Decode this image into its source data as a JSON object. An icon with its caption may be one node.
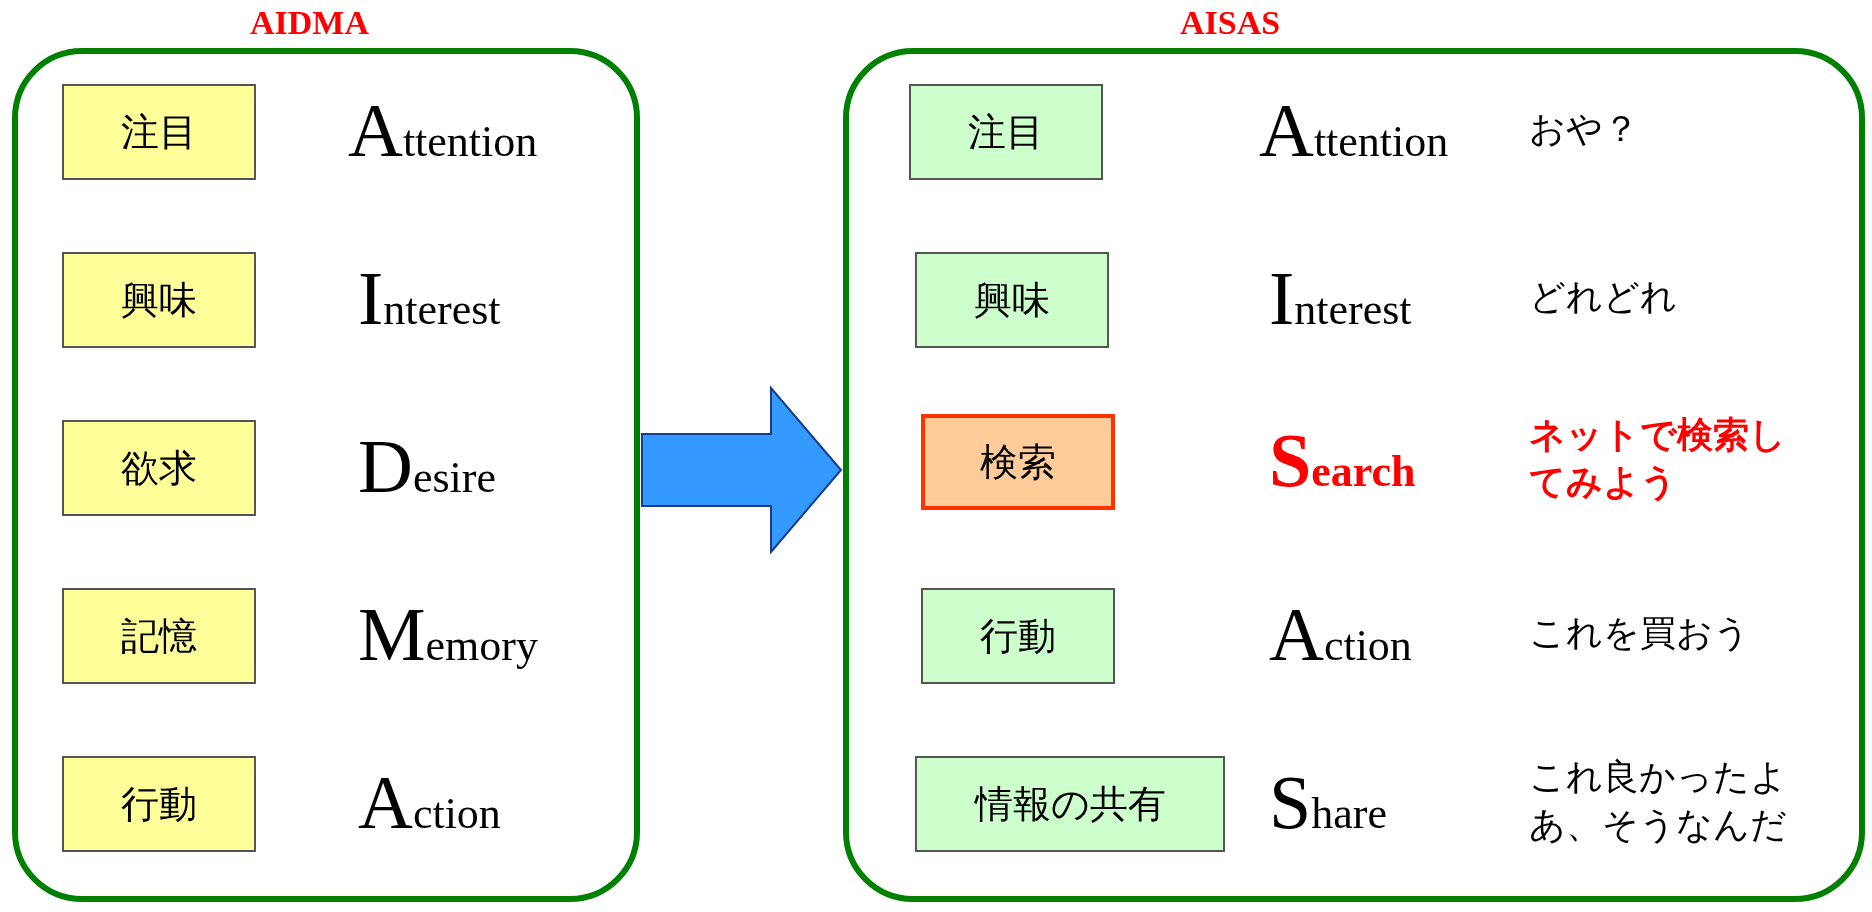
{
  "diagram": {
    "nodes": [
      {
        "text": [],
        "shape": "box"
      },
      {
        "text": [
          "注目"
        ],
        "in": 0,
        "beside": [
          "Attention"
        ]
      },
      {
        "text": [
          "興味"
        ],
        "in": 0,
        "beside": [
          "Interest"
        ]
      },
      {
        "text": [
          "欲求"
        ],
        "in": 0,
        "beside": [
          "Desire"
        ]
      },
      {
        "text": [
          "記憶"
        ],
        "in": 0,
        "beside": [
          "Memory"
        ]
      },
      {
        "text": [
          "行動"
        ],
        "in": 0,
        "beside": [
          "Action"
        ]
      },
      {
        "text": [],
        "shape": "box"
      },
      {
        "text": [
          "注目"
        ],
        "in": 6,
        "beside": [
          "Attention",
          "おや？"
        ]
      },
      {
        "text": [
          "興味"
        ],
        "in": 6,
        "beside": [
          "Interest",
          "どれどれ"
        ]
      },
      {
        "text": [
          "検索"
        ],
        "in": 6,
        "beside": [
          "Search",
          "ネットで検索してみよう"
        ]
      },
      {
        "text": [
          "行動"
        ],
        "in": 6,
        "beside": [
          "Action",
          "これを買おう"
        ]
      },
      {
        "text": [
          "情報の共有"
        ],
        "in": 6,
        "beside": [
          "Share",
          "これ良かったよ",
          "あ、そうなんだ"
        ]
      }
    ],
    "edges": [
      {
        "from": 0,
        "to": 6,
        "arrow": "to"
      }
    ],
    "labels": [
      "AIDMA",
      "AISAS"
    ]
  }
}
